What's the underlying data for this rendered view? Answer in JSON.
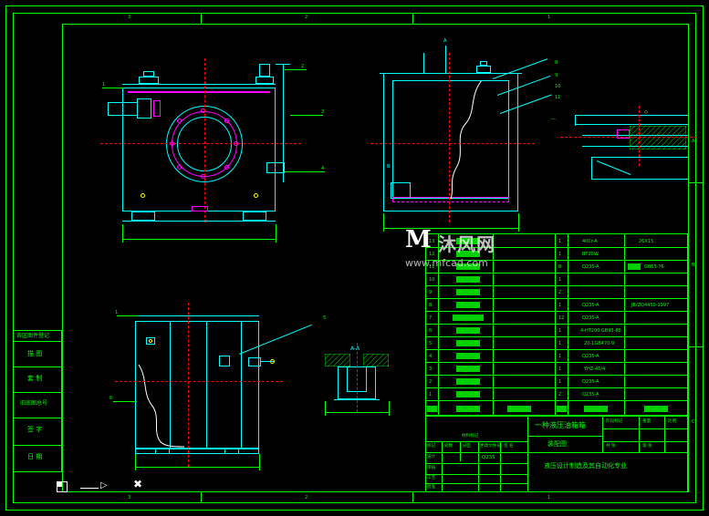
{
  "drawing": {
    "background": "#000000",
    "frame_color": "#00ff00",
    "cyan": "#00ffff",
    "magenta": "#ff00ff",
    "white": "#ffffff",
    "red": "#ff0000",
    "yellow": "#ffff00",
    "zone_labels_top": [
      "3",
      "2",
      "1"
    ],
    "zone_labels_right": [
      "A",
      "B",
      "C"
    ],
    "zone_labels_bottom": [
      "3",
      "2",
      "1"
    ]
  },
  "left_margin_block": {
    "header": "各区图件登记",
    "rows": [
      "描 图",
      "套 制",
      "旧底图总号",
      "签 字",
      "日 期"
    ]
  },
  "views": {
    "view_a_label": "A",
    "view_b_label": "B",
    "section_label": "A-A",
    "detail_label": "B"
  },
  "callouts": {
    "top_left": [
      "1",
      "2",
      "3",
      "4"
    ],
    "top_right": [
      "8",
      "9",
      "10",
      "11"
    ],
    "bottom_left": [
      "1",
      "5",
      "6"
    ],
    "numbers": [
      "1",
      "2",
      "3",
      "4",
      "5",
      "6",
      "7",
      "8",
      "9",
      "10",
      "11",
      "12"
    ]
  },
  "bom": {
    "columns": [
      "序号",
      "代号",
      "名称",
      "数量",
      "材料",
      "单件总计",
      "备注"
    ],
    "rows": [
      {
        "no": "13",
        "code": "",
        "name": "",
        "qty": "1",
        "mat": "40Cr-A",
        "remark": "26X15"
      },
      {
        "no": "12",
        "code": "",
        "name": "",
        "qty": "1",
        "mat": "BT20W",
        "remark": ""
      },
      {
        "no": "11",
        "code": "",
        "name": "",
        "qty": "8",
        "mat": "Q235-A",
        "remark": "GB65-76"
      },
      {
        "no": "10",
        "code": "",
        "name": "",
        "qty": "1",
        "mat": "",
        "remark": ""
      },
      {
        "no": "9",
        "code": "",
        "name": "",
        "qty": "2",
        "mat": "",
        "remark": ""
      },
      {
        "no": "8",
        "code": "",
        "name": "",
        "qty": "1",
        "mat": "Q235-A",
        "remark": "JB/ZQ4450-1997"
      },
      {
        "no": "7",
        "code": "",
        "name": "",
        "qty": "12",
        "mat": "Q235-A",
        "remark": ""
      },
      {
        "no": "6",
        "code": "",
        "name": "",
        "qty": "1",
        "mat": "",
        "remark": "4-HT200  GB93-85"
      },
      {
        "no": "5",
        "code": "",
        "name": "",
        "qty": "1",
        "mat": "",
        "remark": "20-1GB470-9"
      },
      {
        "no": "4",
        "code": "",
        "name": "",
        "qty": "1",
        "mat": "Q235-A",
        "remark": ""
      },
      {
        "no": "3",
        "code": "",
        "name": "",
        "qty": "1",
        "mat": "",
        "remark": "YHZ-45/4"
      },
      {
        "no": "2",
        "code": "",
        "name": "",
        "qty": "1",
        "mat": "Q235-A",
        "remark": ""
      },
      {
        "no": "1",
        "code": "",
        "name": "",
        "qty": "2",
        "mat": "Q235-A",
        "remark": ""
      }
    ]
  },
  "title_block": {
    "part_name": "一种液压油箱箱",
    "drawing_label": "装配图",
    "footer_note": "液压设计制造及其自动化专业",
    "fields_left": [
      "标记",
      "处数",
      "分区",
      "更改文件号",
      "签 名",
      "年月日"
    ],
    "fields_rows": [
      "设计",
      "审核",
      "工艺",
      "批准"
    ],
    "material_label": "材料标记",
    "material_value": "Q235",
    "stage_label": "阶段标记",
    "weight_label": "重量",
    "scale_label": "比例",
    "sheet_label": "共 张",
    "sheet_no": "第 张"
  },
  "watermark": {
    "logo": "M",
    "brand": "沐风网",
    "url": "www.mfcad.com"
  }
}
